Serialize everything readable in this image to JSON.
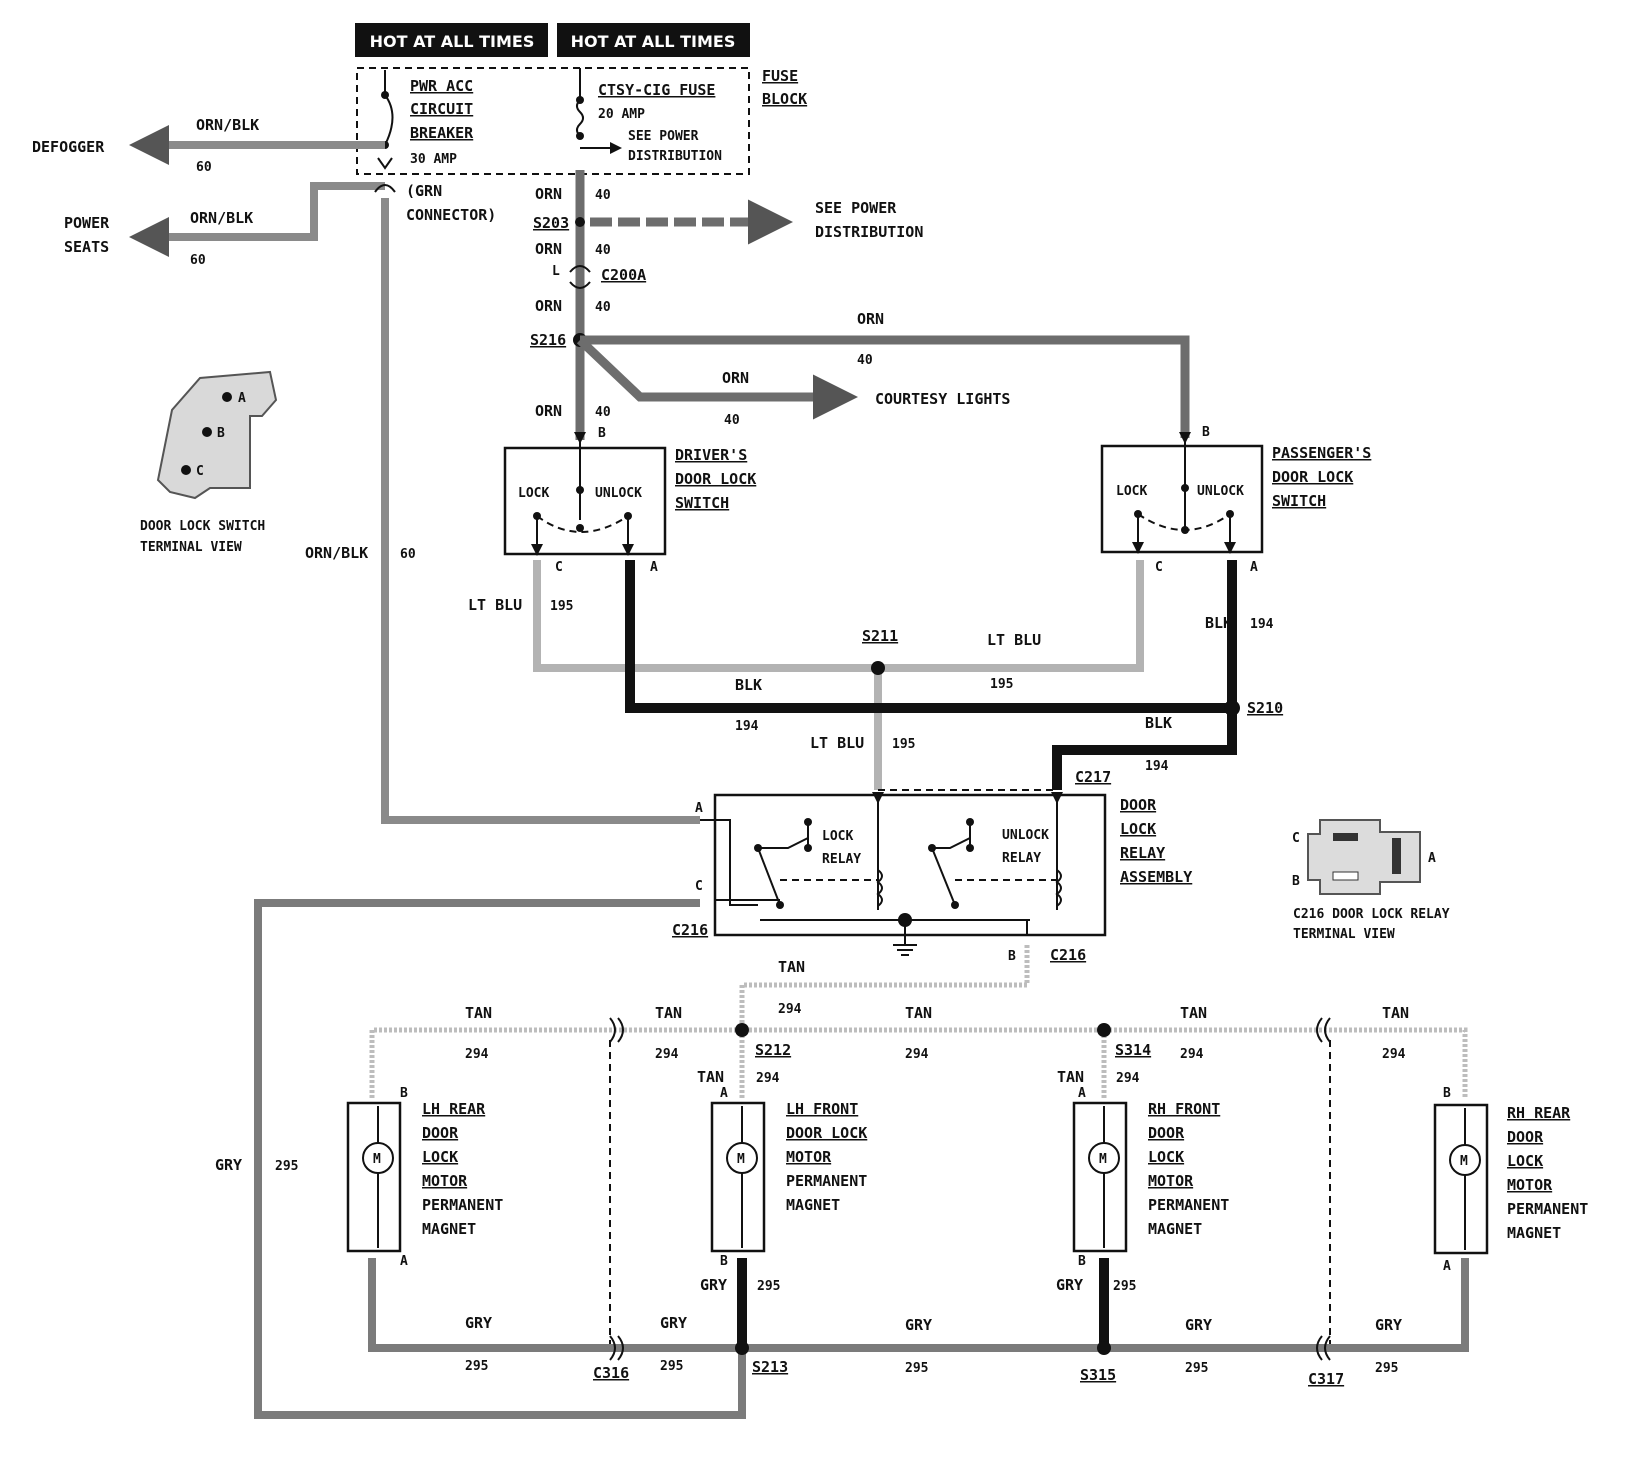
{
  "header": {
    "left": "HOT AT ALL TIMES",
    "right": "HOT AT ALL TIMES"
  },
  "fuse_block": {
    "circuit_breaker": [
      "PWR ACC",
      "CIRCUIT",
      "BREAKER"
    ],
    "breaker_amp": "30 AMP",
    "fuse_name": "CTSY-CIG FUSE",
    "fuse_amp": "20 AMP",
    "see_power": [
      "SEE POWER",
      "DISTRIBUTION"
    ],
    "label": [
      "FUSE",
      "BLOCK"
    ]
  },
  "defogger": {
    "label": "DEFOGGER",
    "wire": "ORN/BLK",
    "num": "60"
  },
  "power_seats": {
    "label": [
      "POWER",
      "SEATS"
    ],
    "wire": "ORN/BLK",
    "num": "60"
  },
  "grn_connector": [
    "(GRN",
    "CONNECTOR)"
  ],
  "feed": {
    "orn": "ORN",
    "n40": "40",
    "s203": "S203",
    "L": "L",
    "c200a": "C200A",
    "s216": "S216",
    "see_power": [
      "SEE POWER",
      "DISTRIBUTION"
    ],
    "courtesy": "COURTESY LIGHTS",
    "b": "B"
  },
  "driver_switch": {
    "label": [
      "DRIVER'S",
      "DOOR LOCK",
      "SWITCH"
    ],
    "lock": "LOCK",
    "unlock": "UNLOCK",
    "c": "C",
    "a": "A"
  },
  "passenger_switch": {
    "label": [
      "PASSENGER'S",
      "DOOR LOCK",
      "SWITCH"
    ],
    "lock": "LOCK",
    "unlock": "UNLOCK",
    "b": "B",
    "c": "C",
    "a": "A"
  },
  "terminal_view": {
    "label": [
      "DOOR LOCK SWITCH",
      "TERMINAL VIEW"
    ],
    "pins": [
      "A",
      "B",
      "C"
    ]
  },
  "wires": {
    "ornblk": "ORN/BLK",
    "n60": "60",
    "ltblu": "LT BLU",
    "n195": "195",
    "blk": "BLK",
    "n194": "194",
    "s211": "S211",
    "s210": "S210",
    "c217": "C217"
  },
  "relay": {
    "label": [
      "DOOR",
      "LOCK",
      "RELAY",
      "ASSEMBLY"
    ],
    "lock_relay": [
      "LOCK",
      "RELAY"
    ],
    "unlock_relay": [
      "UNLOCK",
      "RELAY"
    ],
    "a": "A",
    "c": "C",
    "c216": "C216",
    "b": "B"
  },
  "relay_terminal": {
    "label": [
      "C216 DOOR LOCK RELAY",
      "TERMINAL VIEW"
    ],
    "pins": [
      "C",
      "A",
      "B"
    ]
  },
  "tan": {
    "tan": "TAN",
    "n294": "294",
    "s212": "S212",
    "s314": "S314"
  },
  "gry": {
    "gry": "GRY",
    "n295": "295",
    "c316": "C316",
    "s213": "S213",
    "s315": "S315",
    "c317": "C317"
  },
  "motors": [
    {
      "label": [
        "LH REAR",
        "DOOR",
        "LOCK",
        "MOTOR"
      ],
      "extra": [
        "PERMANENT",
        "MAGNET"
      ],
      "top": "B",
      "bottom": "A",
      "m": "M"
    },
    {
      "label": [
        "LH FRONT",
        "DOOR LOCK",
        "MOTOR"
      ],
      "extra": [
        "PERMANENT",
        "MAGNET"
      ],
      "top": "A",
      "bottom": "B",
      "m": "M"
    },
    {
      "label": [
        "RH FRONT",
        "DOOR",
        "LOCK",
        "MOTOR"
      ],
      "extra": [
        "PERMANENT",
        "MAGNET"
      ],
      "top": "A",
      "bottom": "B",
      "m": "M"
    },
    {
      "label": [
        "RH REAR",
        "DOOR",
        "LOCK",
        "MOTOR"
      ],
      "extra": [
        "PERMANENT",
        "MAGNET"
      ],
      "top": "B",
      "bottom": "A",
      "m": "M"
    }
  ]
}
